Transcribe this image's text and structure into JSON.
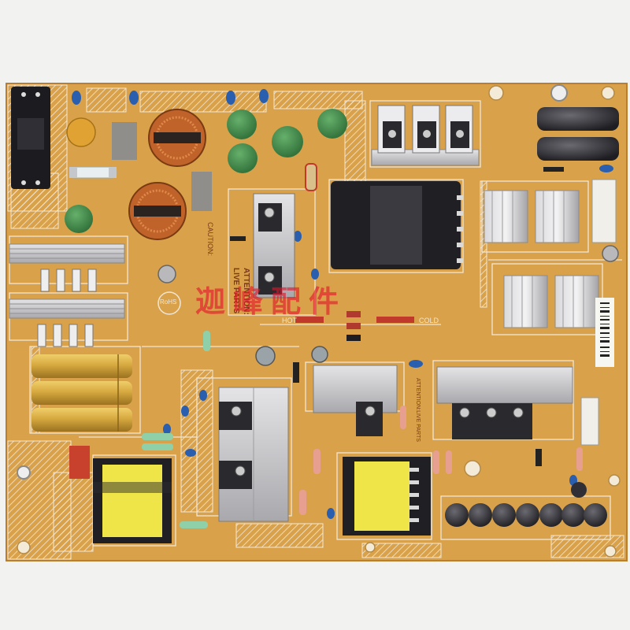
{
  "photo": {
    "subject": "Power supply circuit board",
    "colors": {
      "background": "#f2f2f0",
      "pcb": "#d9a24a",
      "silkscreen": "#f0e6d6",
      "heatsink": "#c9c9cb",
      "capacitor_gold": "#d7a940",
      "transformer_yellow": "#f0e548",
      "varistor_green": "#3f8a4a",
      "copper": "#c0632b",
      "blue_cap": "#2a5fb0",
      "watermark": "#e21228"
    }
  },
  "labels": {
    "caution": "CAUTION:",
    "attention": "ATTENTION:",
    "live_parts": "LIVE PARTS",
    "rohs": "RoHS",
    "hot": "HOT",
    "cold": "COLD",
    "attention_right": "ATTENTION:LIVE PARTS"
  },
  "watermark": {
    "text": "迦峰配件"
  }
}
